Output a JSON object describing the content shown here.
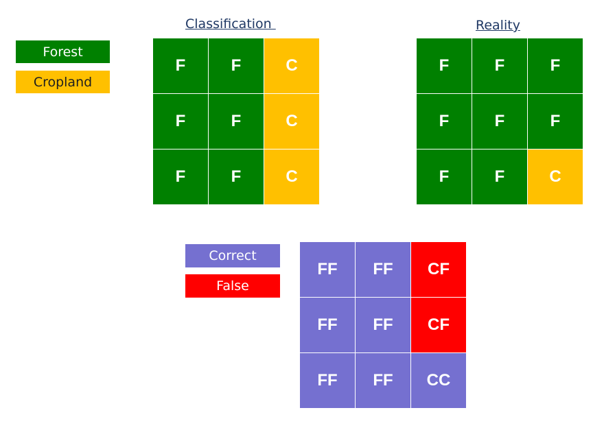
{
  "colors": {
    "forest": "#008000",
    "cropland": "#ffc000",
    "correct": "#7570d0",
    "false": "#ff0000",
    "title": "#1f3864"
  },
  "landcover_legend": {
    "forest": "Forest",
    "cropland": "Cropland"
  },
  "accuracy_legend": {
    "correct": "Correct",
    "false": "False"
  },
  "classification": {
    "title": "Classification ",
    "cells": [
      "F",
      "F",
      "C",
      "F",
      "F",
      "C",
      "F",
      "F",
      "C"
    ]
  },
  "reality": {
    "title": "Reality",
    "cells": [
      "F",
      "F",
      "F",
      "F",
      "F",
      "F",
      "F",
      "F",
      "C"
    ]
  },
  "comparison": {
    "cells": [
      "FF",
      "FF",
      "CF",
      "FF",
      "FF",
      "CF",
      "FF",
      "FF",
      "CC"
    ],
    "status": [
      "correct",
      "correct",
      "false",
      "correct",
      "correct",
      "false",
      "correct",
      "correct",
      "correct"
    ]
  }
}
